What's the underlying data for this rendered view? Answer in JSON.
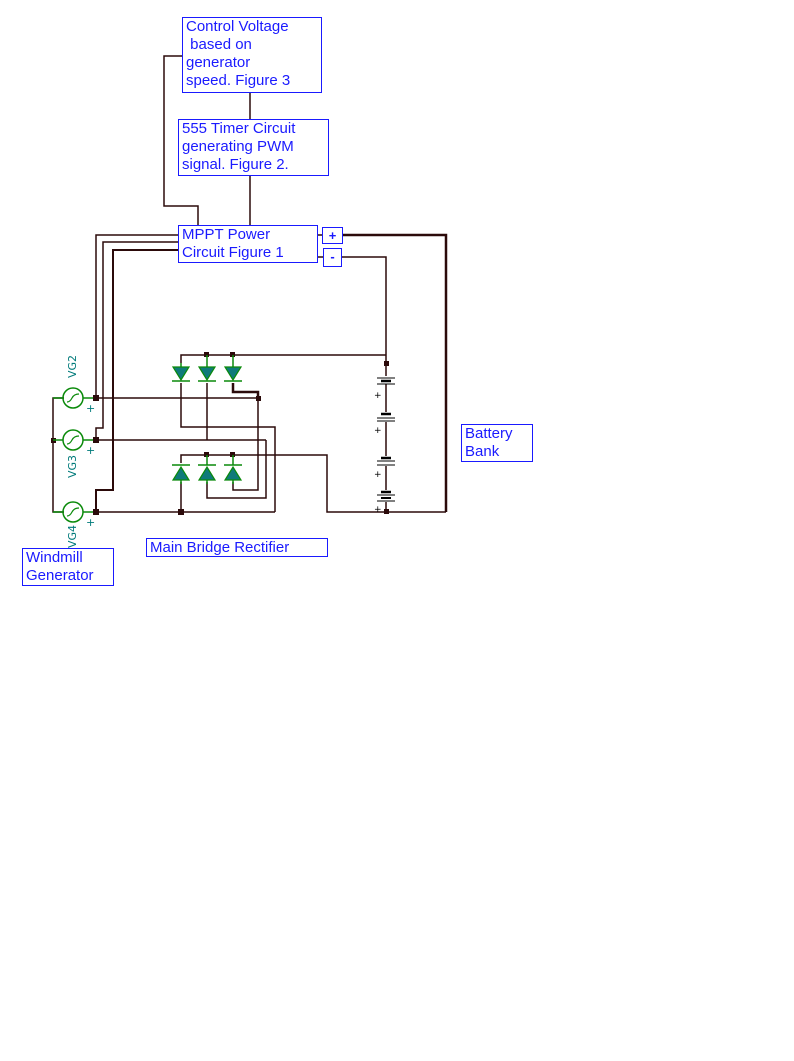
{
  "blocks": {
    "control_voltage": "Control Voltage\n based on\ngenerator\nspeed. Figure 3",
    "timer_555": "555 Timer Circuit\ngenerating PWM\nsignal. Figure 2.",
    "mppt": "MPPT Power\nCircuit Figure 1",
    "battery_bank": "Battery\nBank",
    "windmill_generator": "Windmill\nGenerator",
    "main_bridge_rectifier": "Main Bridge Rectifier"
  },
  "terminals": {
    "plus": "+",
    "minus": "-"
  },
  "generators": [
    {
      "ref": "VG2",
      "polarity": "+"
    },
    {
      "ref": "VG3",
      "polarity": "+"
    },
    {
      "ref": "VG4",
      "polarity": "+"
    }
  ],
  "batteries": [
    {
      "polarity": "+"
    },
    {
      "polarity": "+"
    },
    {
      "polarity": "+"
    },
    {
      "polarity": "+"
    }
  ],
  "colors": {
    "wire": "#2b0a0a",
    "label_border": "#1a1aff",
    "component": "#0a8a0a",
    "diode_fill": "#0f7a7a",
    "ref_text": "#007a7a"
  }
}
